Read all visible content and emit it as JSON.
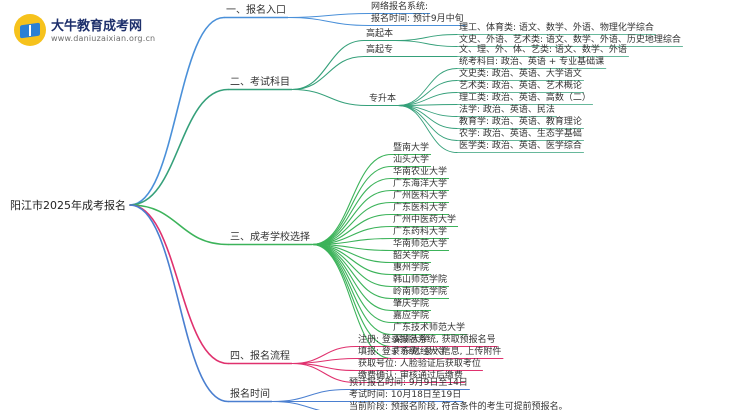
{
  "logo": {
    "name": "大牛教育成考网",
    "url": "www.daniuzaixian.org.cn"
  },
  "root": "阳江市2025年成考报名",
  "branches": [
    {
      "id": "b1",
      "label": "一、报名入口",
      "color": "#4a90d9",
      "children": [
        {
          "label": "网络报名系统:"
        },
        {
          "label": "报名时间: 预计9月中旬"
        }
      ]
    },
    {
      "id": "b2",
      "label": "二、考试科目",
      "color": "#35a07a",
      "children": [
        {
          "label": "高起本",
          "children": [
            {
              "label": "理工、体育类: 语文、数学、外语、物理化学综合"
            },
            {
              "label": "文史、外语、艺术类: 语文、数学、外语、历史地理综合"
            }
          ]
        },
        {
          "label": "高起专",
          "children": [
            {
              "label": "文、理、外、体、艺类: 语文、数学、外语"
            }
          ]
        },
        {
          "label": "专升本",
          "children": [
            {
              "label": "统考科目: 政治、英语 + 专业基础课"
            },
            {
              "label": "文史类: 政治、英语、大学语文"
            },
            {
              "label": "艺术类: 政治、英语、艺术概论"
            },
            {
              "label": "理工类: 政治、英语、高数（二）"
            },
            {
              "label": "法学: 政治、英语、民法"
            },
            {
              "label": "教育学: 政治、英语、教育理论"
            },
            {
              "label": "农学: 政治、英语、生态学基础"
            },
            {
              "label": "医学类: 政治、英语、医学综合"
            }
          ]
        }
      ]
    },
    {
      "id": "b3",
      "label": "三、成考学校选择",
      "color": "#3cb35a",
      "children": [
        {
          "label": "暨南大学"
        },
        {
          "label": "汕头大学"
        },
        {
          "label": "华南农业大学"
        },
        {
          "label": "广东海洋大学"
        },
        {
          "label": "广州医科大学"
        },
        {
          "label": "广东医科大学"
        },
        {
          "label": "广州中医药大学"
        },
        {
          "label": "广东药科大学"
        },
        {
          "label": "华南师范大学"
        },
        {
          "label": "韶关学院"
        },
        {
          "label": "惠州学院"
        },
        {
          "label": "韩山师范学院"
        },
        {
          "label": "岭南师范学院"
        },
        {
          "label": "肇庆学院"
        },
        {
          "label": "嘉应学院"
        },
        {
          "label": "广东技术师范大学"
        },
        {
          "label": "深圳大学"
        },
        {
          "label": "广东财经大学"
        }
      ]
    },
    {
      "id": "b4",
      "label": "四、报名流程",
      "color": "#e0316e",
      "children": [
        {
          "label": "注册: 登录报名系统, 获取预报名号"
        },
        {
          "label": "填报: 登录系统, 录入信息, 上传附件"
        },
        {
          "label": "获取号位: 人脸验证后获取考位"
        },
        {
          "label": "缴费确认: 审核通过后缴费"
        }
      ]
    },
    {
      "id": "b5",
      "label": "报名时间",
      "color": "#4a7fd0",
      "children": [
        {
          "label": "预计报名时间: 9月9日至14日"
        },
        {
          "label": "考试时间: 10月18日至19日"
        },
        {
          "label": "当前阶段: 预报名阶段, 符合条件的考生可提前预报名。"
        }
      ]
    }
  ]
}
